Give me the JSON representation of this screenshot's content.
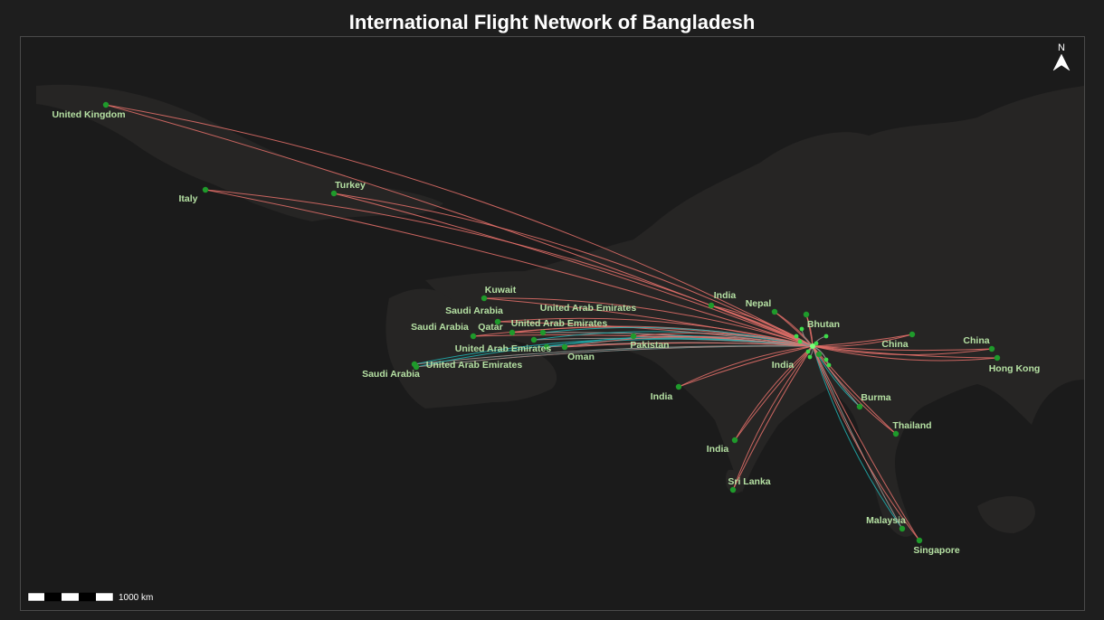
{
  "title": "International Flight Network of Bangladesh",
  "north_label": "N",
  "scale_label": "1000 km",
  "colors": {
    "background": "#1b1b1b",
    "land": "#262524",
    "route_red": "#e8716b",
    "route_cyan": "#20b4b4",
    "airport": "#1f9a2b",
    "label": "#b5e0a3"
  },
  "destinations": [
    {
      "name": "United Kingdom"
    },
    {
      "name": "Italy"
    },
    {
      "name": "Turkey"
    },
    {
      "name": "Kuwait"
    },
    {
      "name": "Saudi Arabia"
    },
    {
      "name": "Saudi Arabia"
    },
    {
      "name": "Qatar"
    },
    {
      "name": "United Arab Emirates"
    },
    {
      "name": "United Arab Emirates"
    },
    {
      "name": "United Arab Emirates"
    },
    {
      "name": "Saudi Arabia"
    },
    {
      "name": "United Arab Emirates"
    },
    {
      "name": "Oman"
    },
    {
      "name": "Pakistan"
    },
    {
      "name": "India"
    },
    {
      "name": "Nepal"
    },
    {
      "name": "Bhutan"
    },
    {
      "name": "India"
    },
    {
      "name": "India"
    },
    {
      "name": "India"
    },
    {
      "name": "Sri Lanka"
    },
    {
      "name": "China"
    },
    {
      "name": "China"
    },
    {
      "name": "Hong Kong"
    },
    {
      "name": "Burma"
    },
    {
      "name": "Thailand"
    },
    {
      "name": "Malaysia"
    },
    {
      "name": "Singapore"
    }
  ]
}
